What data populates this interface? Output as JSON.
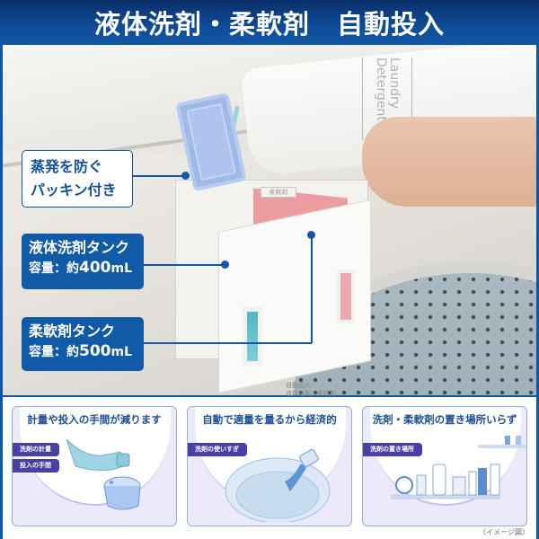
{
  "header": {
    "title": "液体洗剤・柔軟剤　自動投入"
  },
  "photo": {
    "bottle_label": "Laundry Detergent",
    "tank_tag": "柔軟剤",
    "panel_text_line1": "自動投入",
    "panel_text_line2": "液体洗剤・柔軟剤",
    "callouts": [
      {
        "id": "gasket",
        "line1": "蒸発を防ぐ",
        "line2": "パッキン付き"
      },
      {
        "id": "detergent-tank",
        "title": "液体洗剤タンク",
        "capacity_label": "容量：約",
        "capacity_value": "400",
        "capacity_unit": "mL"
      },
      {
        "id": "softener-tank",
        "title": "柔軟剤タンク",
        "capacity_label": "容量：約",
        "capacity_value": "500",
        "capacity_unit": "mL"
      }
    ]
  },
  "features": [
    {
      "title": "計量や投入の手間が減ります",
      "tags": [
        "洗剤の計量",
        "投入の手間"
      ],
      "icon": "detergent-bottle-and-cap-icon"
    },
    {
      "title": "自動で適量を量るから経済的",
      "tags": [
        "洗剤の使いすぎ"
      ],
      "icon": "pouring-detergent-tub-icon"
    },
    {
      "title": "洗剤・柔軟剤の置き場所いらず",
      "tags": [
        "洗剤の置き場所"
      ],
      "icon": "shelf-with-bottles-icon"
    }
  ],
  "caption": "〈イメージ図〉",
  "colors": {
    "header_dark": "#0a2f6a",
    "brand_blue": "#105aa8",
    "card_title": "#1e4f96",
    "tag_purple": "#4a3fa4",
    "card_bg": "#ece9fb",
    "softener_pink": "#ec9da0",
    "lid_blue": "#9fb9e8",
    "detergent_teal": "#4fb6c2"
  }
}
